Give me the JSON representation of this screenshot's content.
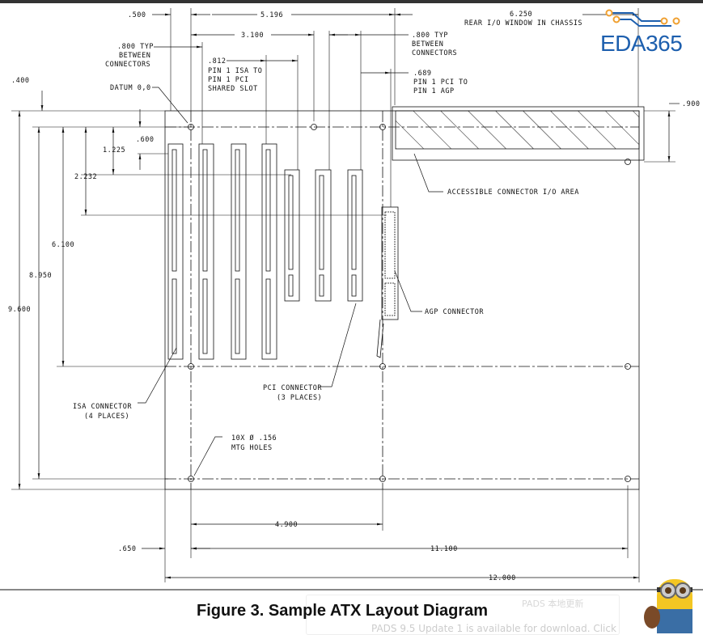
{
  "figure": {
    "caption": "Figure 3.  Sample ATX Layout Diagram"
  },
  "logo": {
    "text": "EDA365",
    "colors": {
      "text": "#1d5fae",
      "dots": "#f0a030"
    }
  },
  "dimensions": {
    "d500": ".500",
    "d5196": "5.196",
    "d6250": "6.250",
    "rear_io": "REAR I/O WINDOW IN CHASSIS",
    "d3100": "3.100",
    "typ800_left": [
      ".800 TYP",
      "BETWEEN",
      "CONNECTORS"
    ],
    "typ800_right": [
      ".800 TYP",
      "BETWEEN",
      "CONNECTORS"
    ],
    "d812": [
      ".812",
      "PIN 1 ISA TO",
      "PIN 1 PCI",
      "SHARED SLOT"
    ],
    "d689": [
      ".689",
      "PIN 1 PCI TO",
      "PIN 1 AGP"
    ],
    "datum": "DATUM 0,0",
    "d400": ".400",
    "d900": ".900",
    "d600": ".600",
    "d1225": "1.225",
    "d2232": "2.232",
    "d6100": "6.100",
    "d8950": "8.950",
    "d9600": "9.600",
    "d4900": "4.900",
    "d650": ".650",
    "d11100": "11.100",
    "d12000": "12.000"
  },
  "labels": {
    "io_area": "ACCESSIBLE CONNECTOR I/O AREA",
    "agp": "AGP CONNECTOR",
    "pci": [
      "PCI CONNECTOR",
      "(3 PLACES)"
    ],
    "isa": [
      "ISA CONNECTOR",
      "(4 PLACES)"
    ],
    "holes": [
      "10X Ø .156",
      "MTG HOLES"
    ]
  },
  "notification": {
    "title": "PADS 本地更新",
    "message": "PADS 9.5 Update 1 is available for download. Click"
  }
}
